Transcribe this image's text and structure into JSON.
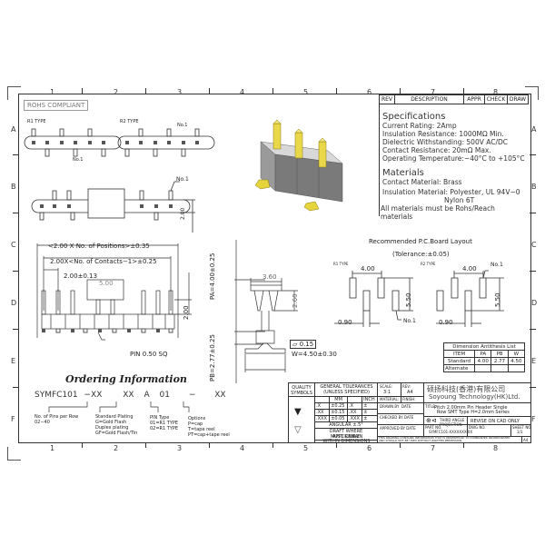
{
  "frame": {
    "columns": [
      "1",
      "2",
      "3",
      "4",
      "5",
      "6",
      "7",
      "8"
    ],
    "rows": [
      "A",
      "B",
      "C",
      "D",
      "E",
      "F"
    ]
  },
  "rohs_label": "ROHS COMPLIANT",
  "revision_table": {
    "headers": [
      "REV",
      "DESCRIPTION",
      "APPR",
      "CHECK",
      "DRAW"
    ]
  },
  "specifications": {
    "title": "Specifications",
    "lines": [
      "Current Rating:  2Amp",
      "Insulation Resistance: 1000MΩ Min.",
      "Dielectric Withstanding:  500V AC/DC",
      "Contact Resistance:  20mΩ Max.",
      "Operating Temperature:−40°C to +105°C"
    ]
  },
  "materials": {
    "title": "Materials",
    "lines": [
      "Contact Material: Brass",
      "Insulation Material: Polyester, UL 94V−0",
      "Nylon 6T",
      "All materials must be Rohs/Reach materials"
    ]
  },
  "top_views": {
    "r1_label": "R1 TYPE",
    "r2_label": "R2 TYPE",
    "pin1_label": "No.1"
  },
  "front_view": {
    "dim_positions": "<2.00 X No. of Positions>±0.35",
    "dim_contacts": "2.00X<No. of Contacts−1>±0.25",
    "dim_pitch": "2.00±0.13",
    "dim_cap": "5.00",
    "dim_height_top": "2.00",
    "dim_height_front": "2.00",
    "pin_note": "PIN  0.50  SQ",
    "pin1_label": "No.1"
  },
  "side_view": {
    "pa": "PA=4.00±0.25",
    "pb": "PB=2.77±0.25",
    "w": "W=4.50±0.30",
    "cap_width": "3.60",
    "cap_height": "2.60",
    "flatness": "0.15"
  },
  "pcb_layout": {
    "title": "Recommended P.C.Board Layout",
    "tolerance": "(Tolerance:±0.05)",
    "r1_label": "R1 TYPE",
    "r2_label": "R2 TYPE",
    "pitch": "4.00",
    "height": "5.50",
    "pad_width": "0.90",
    "pin1_label": "No.1"
  },
  "dimension_list": {
    "title": "Dimension Antithesis List",
    "headers": [
      "ITEM",
      "PA",
      "PB",
      "W"
    ],
    "rows": [
      [
        "Standard",
        "4.00",
        "2.77",
        "4.50"
      ],
      [
        "Alternate",
        "",
        "",
        ""
      ]
    ]
  },
  "ordering": {
    "title": "Ordering Information",
    "code": [
      "SYMFC101",
      "−XX",
      "XX",
      "A",
      "01",
      "−",
      "XX"
    ],
    "notes": {
      "pins": [
        "No. of Pins per Row",
        "02−40"
      ],
      "plating": [
        "Standard Plating",
        "G=Gold Flash",
        "Duplex plating",
        "GF=Gold Flash/Tin"
      ],
      "pin_type": [
        "PIN Type",
        "01=R1 TYPE",
        "02=R1 TYPE"
      ],
      "options": [
        "Options",
        "P=cap",
        "T=tape reel",
        "PT=cap+tape reel"
      ]
    }
  },
  "tolerances": {
    "quality_label": "QUALITY SYMBOLS",
    "title": "GENERAL TOLERANCES",
    "subtitle": "(UNLESS SPECIFIED)",
    "mm": "MM",
    "inch": "INCH",
    "rows": [
      [
        ".X",
        "±0.25",
        ".X",
        "±"
      ],
      [
        ".XX",
        "±0.15",
        ".XX",
        "±"
      ],
      [
        ".XXX",
        "±0.05",
        ".XXX",
        "±"
      ]
    ],
    "angular": "ANGULAR ±.5°",
    "draft": "DRAFT WHERE APPLICABLE",
    "must": "MUST REMAIN",
    "within": "WITHIN DIMENSIONS"
  },
  "title_block": {
    "scale_label": "SCALE:",
    "scale": "3:1",
    "rev_label": "REV:",
    "rev": "A4",
    "material_label": "MATERIAL:",
    "finish_label": "FINISH:",
    "drawn_label": "DRAWN BY",
    "checked_label": "CHECKED BY",
    "approved_label": "APPROVED BY",
    "date_label": "DATE",
    "company_cn": "硕扬科技(香港)有限公司",
    "company_en": "Soyoung Technology(HK)Ltd.",
    "title_label": "TITLE:",
    "title_line1": "Pitch 2.00mm Pin Header Single",
    "title_line2": "Row SMT Type H=2.0mm Series",
    "projection": "THIRD ANGLE PROJECTION",
    "revise": "REVISE ON CAD ONLY",
    "part_label": "PART NO.",
    "part_no": "SYMFC101-XXXXXXX-XX",
    "dwg_label": "DWG NO.",
    "sheet_label": "SHEET NO.",
    "sheet": "1/1",
    "size": "A4",
    "disclaimer": "THIS DRAWING CONTAINS INFORMATION THAT IS PROPRIETARY TO SYMBIANTEK INCORPORATED AND SHOULD NOT BE USED WITHOUT WRITTEN PERMISSION"
  }
}
